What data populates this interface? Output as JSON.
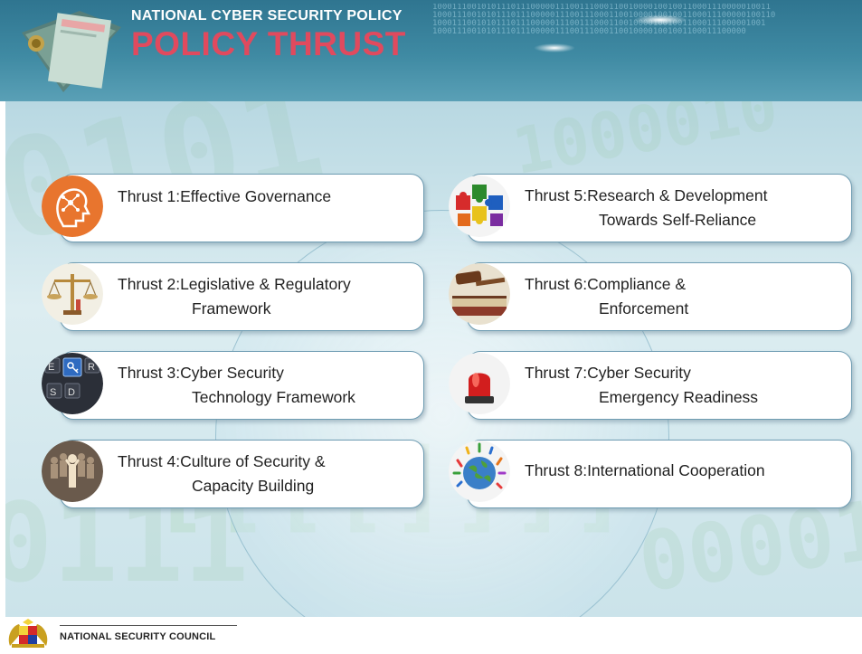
{
  "header": {
    "subtitle": "NATIONAL CYBER SECURITY POLICY",
    "title": "POLICY THRUST",
    "binary_rows": [
      "100011100101011101110000011100111000110010000100100110001110000010011",
      "1000111001010111011100000111001110001100100001001001100011100000100110",
      "10001110010101110111000001110011100011001000010010011000111000001001",
      "1000111001010111011100000111001110001100100001001001100011100000"
    ]
  },
  "thrusts": [
    {
      "number": "Thrust 1:",
      "line1": "Effective Governance",
      "line2": "",
      "icon": "brain-network-icon"
    },
    {
      "number": "Thrust 2:",
      "line1": "Legislative & Regulatory",
      "line2": "Framework",
      "icon": "scales-of-justice-icon"
    },
    {
      "number": "Thrust 3:",
      "line1": "Cyber Security",
      "line2": "Technology Framework",
      "icon": "keyboard-key-icon"
    },
    {
      "number": "Thrust 4:",
      "line1": "Culture of Security &",
      "line2": "Capacity Building",
      "icon": "crowd-people-icon"
    },
    {
      "number": "Thrust 5:",
      "line1": "Research & Development",
      "line2": "Towards Self-Reliance",
      "icon": "puzzle-pieces-icon"
    },
    {
      "number": "Thrust 6:",
      "line1": "Compliance &",
      "line2": "Enforcement",
      "icon": "gavel-book-icon"
    },
    {
      "number": "Thrust 7:",
      "line1": "Cyber Security",
      "line2": "Emergency Readiness",
      "icon": "emergency-siren-icon"
    },
    {
      "number": "Thrust 8:",
      "line1": "International Cooperation",
      "line2": "",
      "icon": "globe-people-icon"
    }
  ],
  "footer": {
    "organization": "NATIONAL SECURITY COUNCIL"
  },
  "colors": {
    "header_bg": "#3f8aa3",
    "title_red": "#e04a5e",
    "card_border": "#6e9cb2"
  }
}
